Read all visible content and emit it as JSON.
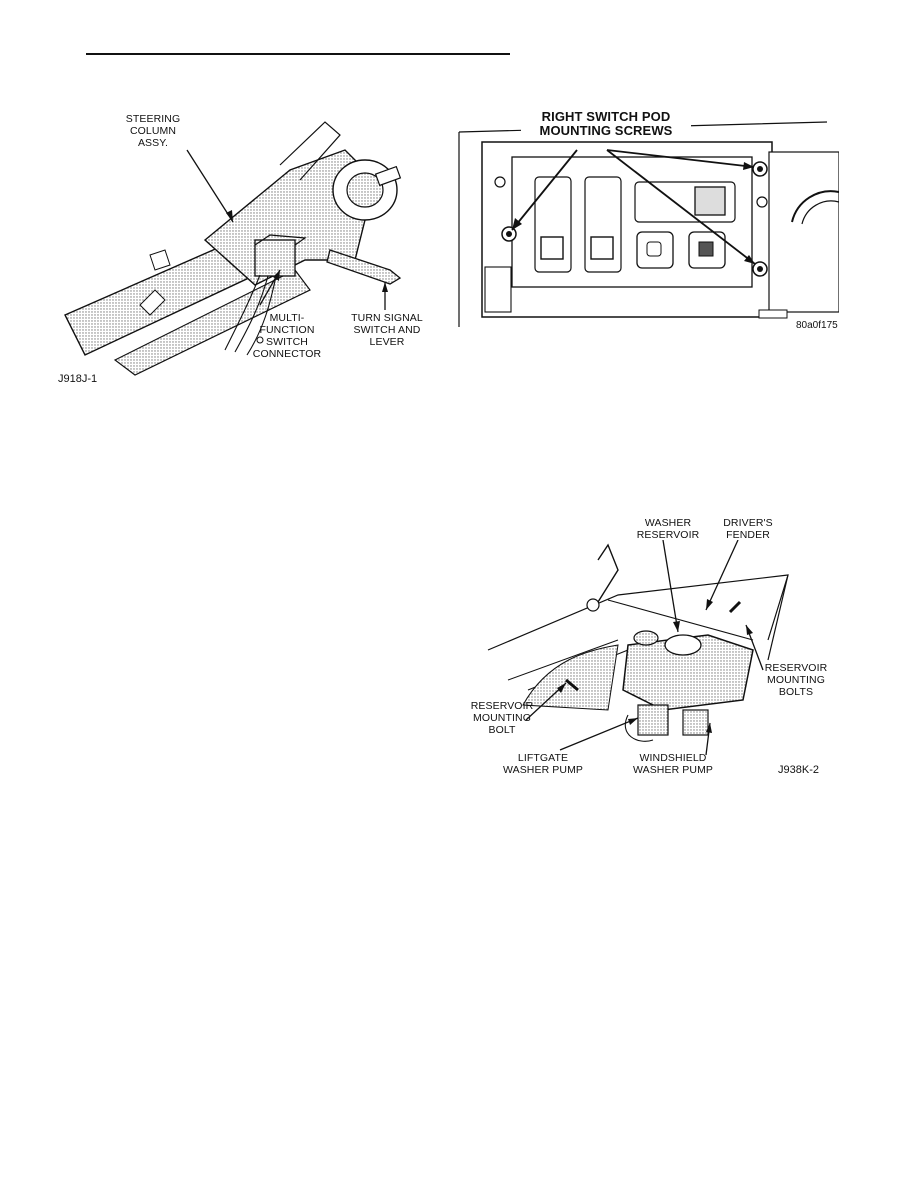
{
  "figure1": {
    "code": "J918J-1",
    "labels": {
      "steering_column": [
        "STEERING",
        "COLUMN",
        "ASSY."
      ],
      "multi_function": [
        "MULTI-",
        "FUNCTION",
        "SWITCH",
        "CONNECTOR"
      ],
      "turn_signal": [
        "TURN SIGNAL",
        "SWITCH AND",
        "LEVER"
      ]
    }
  },
  "figure2": {
    "code": "80a0f175",
    "labels": {
      "title": [
        "RIGHT SWITCH POD",
        "MOUNTING SCREWS"
      ]
    }
  },
  "figure3": {
    "code": "J938K-2",
    "labels": {
      "washer_reservoir": [
        "WASHER",
        "RESERVOIR"
      ],
      "drivers_fender": [
        "DRIVER'S",
        "FENDER"
      ],
      "reservoir_bolts": [
        "RESERVOIR",
        "MOUNTING",
        "BOLTS"
      ],
      "reservoir_bolt": [
        "RESERVOIR",
        "MOUNTING",
        "BOLT"
      ],
      "liftgate_pump": [
        "LIFTGATE",
        "WASHER PUMP"
      ],
      "windshield_pump": [
        "WINDSHIELD",
        "WASHER PUMP"
      ]
    }
  }
}
